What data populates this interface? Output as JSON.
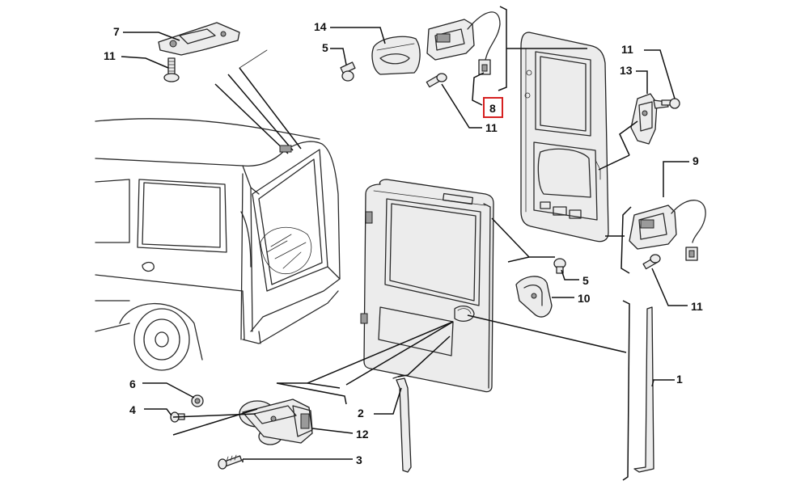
{
  "callouts": {
    "c1": "1",
    "c2": "2",
    "c3": "3",
    "c4": "4",
    "c5a": "5",
    "c5b": "5",
    "c6": "6",
    "c7": "7",
    "c8": "8",
    "c9": "9",
    "c10": "10",
    "c11a": "11",
    "c11b": "11",
    "c11c": "11",
    "c11d": "11",
    "c12": "12",
    "c13": "13",
    "c14": "14"
  },
  "highlight": {
    "callout": "8",
    "color": "#d62020"
  }
}
